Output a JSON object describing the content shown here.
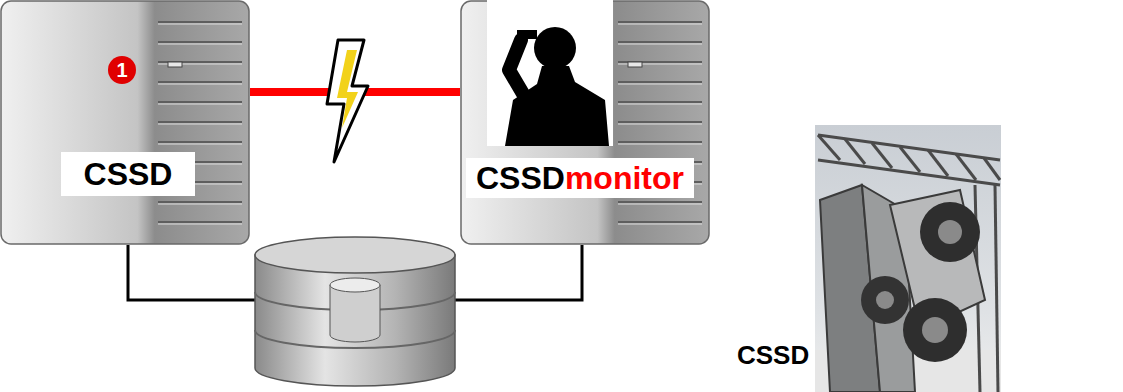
{
  "diagram": {
    "nodes": [
      {
        "text": [
          "CSSD"
        ]
      },
      {
        "text": [
          "CSSD",
          "monitor"
        ]
      }
    ],
    "edges": [
      {
        "from": 0,
        "to": 1,
        "arrow": "none"
      }
    ],
    "labels": [
      "1",
      "CSSD"
    ]
  }
}
